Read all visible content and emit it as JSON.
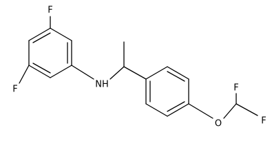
{
  "molecule": {
    "atoms": [
      {
        "id": "F1",
        "label": "F"
      },
      {
        "id": "F2",
        "label": "F"
      },
      {
        "id": "N",
        "label": "NH"
      },
      {
        "id": "O",
        "label": "O"
      },
      {
        "id": "F3",
        "label": "F"
      },
      {
        "id": "F4",
        "label": "F"
      }
    ]
  },
  "colors": {
    "bond": "#000000",
    "text": "#000000",
    "background": "#ffffff"
  }
}
